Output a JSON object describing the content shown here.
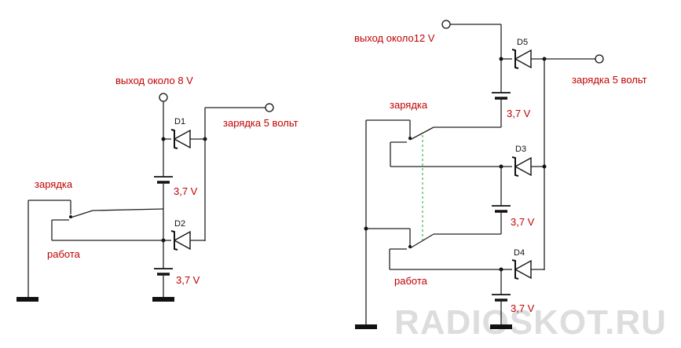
{
  "left_circuit": {
    "output_label": "выход около 8 V",
    "charge_out_label": "зарядка 5 вольт",
    "switch_charge_label": "зарядка",
    "switch_work_label": "работа",
    "d1_label": "D1",
    "d2_label": "D2",
    "bat1_label": "3,7 V",
    "bat2_label": "3,7 V"
  },
  "right_circuit": {
    "output_label": "выход около12 V",
    "charge_out_label": "зарядка 5 вольт",
    "switch_charge_label": "зарядка",
    "switch_work_label": "работа",
    "d5_label": "D5",
    "d3_label": "D3",
    "d4_label": "D4",
    "bat1_label": "3,7 V",
    "bat2_label": "3,7 V",
    "bat3_label": "3,7 V"
  },
  "watermark": "RADIOSKOT.RU",
  "colors": {
    "label": "#c00000",
    "wire": "#222222",
    "mech_link": "#22aa22"
  }
}
